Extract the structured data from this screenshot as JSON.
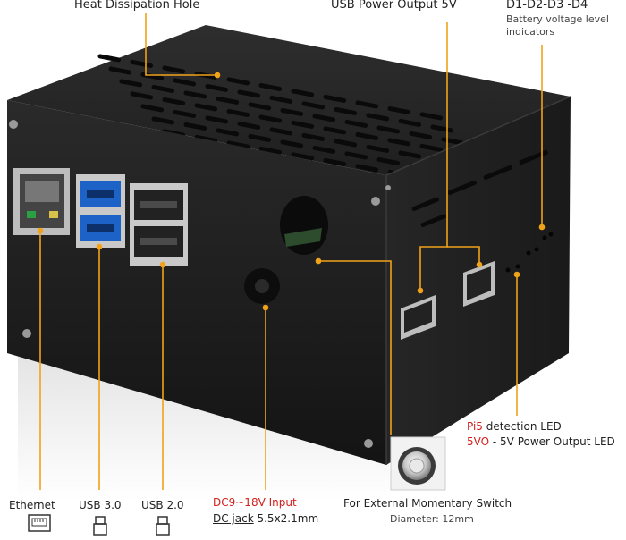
{
  "colors": {
    "callout_line": "#f0a21a",
    "accent_red": "#d2201c",
    "case_black": "#1b1b1b"
  },
  "labels": {
    "heat_hole": "Heat Dissipation Hole",
    "usb_power": "USB Power Output 5V",
    "d_leds_title": "D1-D2-D3 -D4",
    "d_leds_sub_1": "Battery voltage level",
    "d_leds_sub_2": "indicators",
    "pi5_red": "Pi5",
    "pi5_rest": " detection LED",
    "5vo_red": "5VO",
    "5vo_rest": " - 5V Power Output LED",
    "ethernet": "Ethernet",
    "usb30": "USB 3.0",
    "usb20": "USB 2.0",
    "dc_input": "DC9~18V Input",
    "dc_jack_u": "DC jack",
    "dc_jack_size": " 5.5x2.1mm",
    "switch": "For External Momentary Switch",
    "diameter": "Diameter: 12mm"
  },
  "icons": {
    "ethernet": "ethernet-port-icon",
    "usb30": "usb-port-icon",
    "usb20": "usb-port-icon"
  }
}
